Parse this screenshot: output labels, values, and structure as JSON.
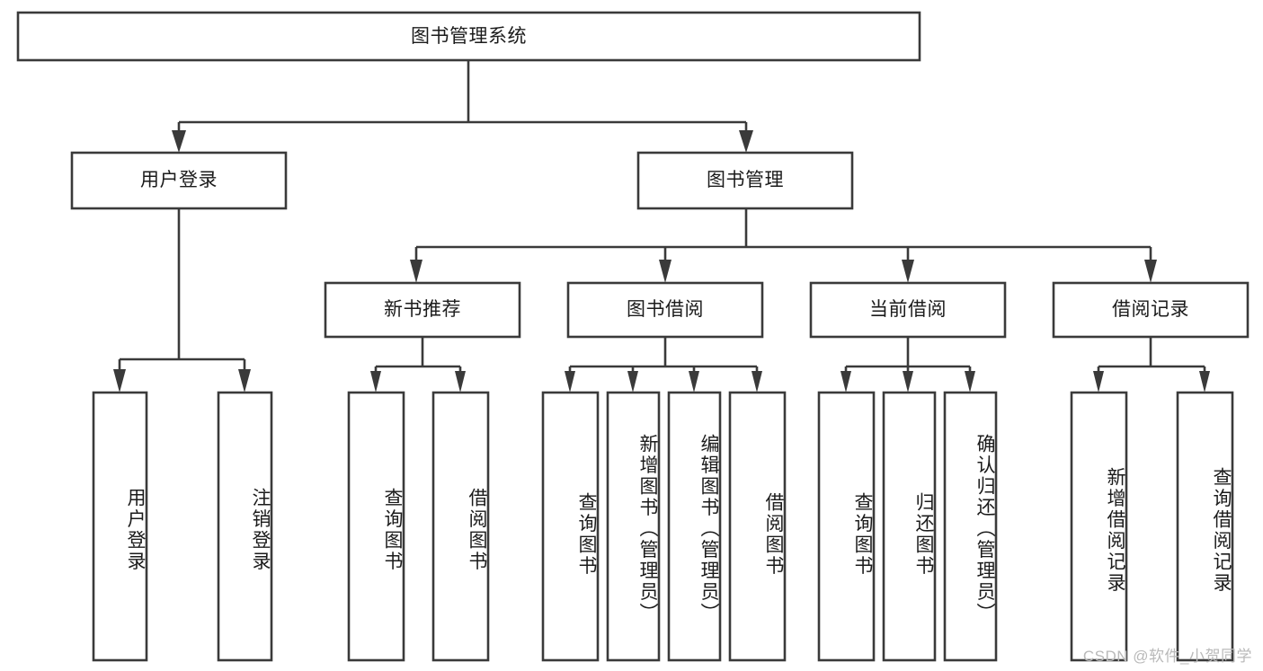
{
  "diagram": {
    "title_node": {
      "label": "图书管理系统"
    },
    "level2": [
      {
        "id": "user-login",
        "label": "用户登录"
      },
      {
        "id": "book-management",
        "label": "图书管理"
      }
    ],
    "level3": [
      {
        "id": "new-book-recommend",
        "label": "新书推荐"
      },
      {
        "id": "book-borrow",
        "label": "图书借阅"
      },
      {
        "id": "current-borrow",
        "label": "当前借阅"
      },
      {
        "id": "borrow-record",
        "label": "借阅记录"
      }
    ],
    "leaves": {
      "user_login": [
        {
          "id": "leaf-user-login",
          "label": "用户登录"
        },
        {
          "id": "leaf-logout-login",
          "label": "注销登录"
        }
      ],
      "new_book_recommend": [
        {
          "id": "leaf-query-book-1",
          "label": "查询图书"
        },
        {
          "id": "leaf-borrow-book-1",
          "label": "借阅图书"
        }
      ],
      "book_borrow": [
        {
          "id": "leaf-query-book-2",
          "label": "查询图书"
        },
        {
          "id": "leaf-add-book",
          "label": "新增图书（管理员）"
        },
        {
          "id": "leaf-edit-book",
          "label": "编辑图书（管理员）"
        },
        {
          "id": "leaf-borrow-book-2",
          "label": "借阅图书"
        }
      ],
      "current_borrow": [
        {
          "id": "leaf-query-book-3",
          "label": "查询图书"
        },
        {
          "id": "leaf-return-book",
          "label": "归还图书"
        },
        {
          "id": "leaf-confirm-return",
          "label": "确认归还（管理员）"
        }
      ],
      "borrow_record": [
        {
          "id": "leaf-add-record",
          "label": "新增借阅记录"
        },
        {
          "id": "leaf-query-record",
          "label": "查询借阅记录"
        }
      ]
    },
    "watermark": "CSDN @软件_小贺同学",
    "colors": {
      "stroke": "#3a3a3a",
      "fill": "#ffffff",
      "text": "#1b1b1b",
      "watermark": "#b9b9b9"
    }
  }
}
